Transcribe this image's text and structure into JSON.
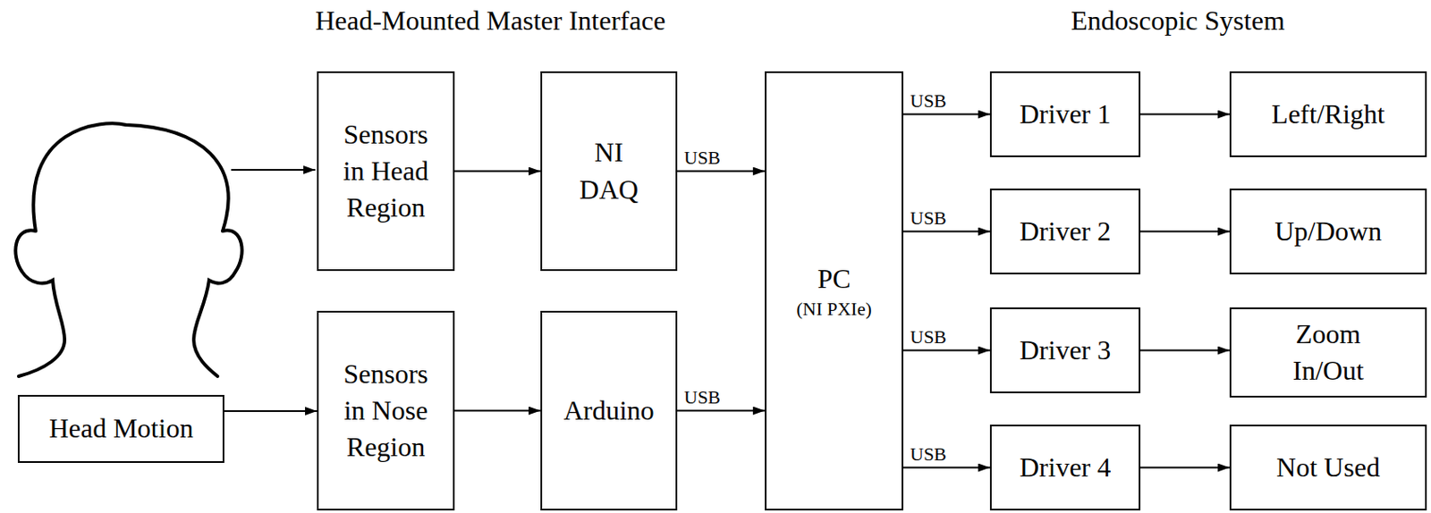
{
  "diagram": {
    "nodes": [
      {
        "text": [
          "Head Motion"
        ]
      },
      {
        "text": [
          "Sensors in Head Region"
        ]
      },
      {
        "text": [
          "NI DAQ"
        ]
      },
      {
        "text": [
          "Sensors in Nose Region"
        ]
      },
      {
        "text": [
          "Arduino"
        ]
      },
      {
        "text": [
          "PC",
          "(NI PXIe)"
        ]
      },
      {
        "text": [
          "Driver 1"
        ]
      },
      {
        "text": [
          "Left/Right"
        ]
      },
      {
        "text": [
          "Driver 2"
        ]
      },
      {
        "text": [
          "Up/Down"
        ]
      },
      {
        "text": [
          "Driver 3"
        ]
      },
      {
        "text": [
          "Zoom In/Out"
        ]
      },
      {
        "text": [
          "Driver 4"
        ]
      },
      {
        "text": [
          "Not Used"
        ]
      }
    ],
    "edges": [
      {
        "from": 0,
        "to": 3,
        "arrow": "to"
      },
      {
        "from": 1,
        "to": 2,
        "arrow": "to"
      },
      {
        "from": 3,
        "to": 4,
        "arrow": "to"
      },
      {
        "from": 2,
        "to": 5,
        "label": "USB",
        "arrow": "to"
      },
      {
        "from": 4,
        "to": 5,
        "label": "USB",
        "arrow": "to"
      },
      {
        "from": 5,
        "to": 6,
        "label": "USB",
        "arrow": "to"
      },
      {
        "from": 6,
        "to": 7,
        "arrow": "to"
      },
      {
        "from": 5,
        "to": 8,
        "label": "USB",
        "arrow": "to"
      },
      {
        "from": 8,
        "to": 9,
        "arrow": "to"
      },
      {
        "from": 5,
        "to": 10,
        "label": "USB",
        "arrow": "to"
      },
      {
        "from": 10,
        "to": 11,
        "arrow": "to"
      },
      {
        "from": 5,
        "to": 12,
        "label": "USB",
        "arrow": "to"
      },
      {
        "from": 12,
        "to": 13,
        "arrow": "to"
      }
    ],
    "labels": [
      "Head-Mounted Master Interface",
      "Endoscopic System"
    ]
  }
}
